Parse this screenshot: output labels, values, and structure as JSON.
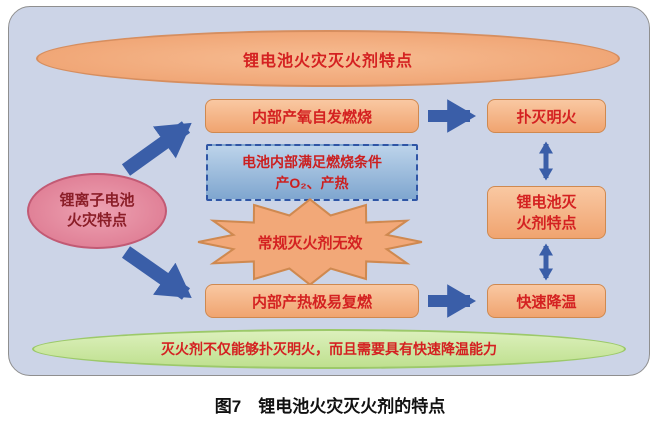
{
  "colors": {
    "panel_background": "#ccd4e7",
    "orange_fill": "#f3ab7c",
    "orange_border": "#cf8950",
    "pink_fill": "#e48da2",
    "green_fill": "#cde9a7",
    "dashed_box_fill": "#8fb3d9",
    "dashed_box_border": "#2f55a5",
    "arrow_blue": "#3a5ea8",
    "red_text": "#d42121",
    "maroon_text": "#8b1e28"
  },
  "diagram": {
    "top_ellipse": {
      "label": "锂电池火灾灭火剂特点"
    },
    "left_ellipse": {
      "line1": "锂离子电池",
      "line2": "火灾特点"
    },
    "oxygen_box": {
      "label": "内部产氧自发燃烧"
    },
    "condition_box": {
      "line1": "电池内部满足燃烧条件",
      "line2": "产O₂、产热"
    },
    "starburst": {
      "label": "常规灭火剂无效"
    },
    "reignite_box": {
      "label": "内部产热极易复燃"
    },
    "extinguish_box": {
      "label": "扑灭明火"
    },
    "agent_box": {
      "line1": "锂电池灭",
      "line2": "火剂特点"
    },
    "cooling_box": {
      "label": "快速降温"
    },
    "bottom_ellipse": {
      "label": "灭火剂不仅能够扑灭明火，而且需要具有快速降温能力"
    }
  },
  "caption": "图7　锂电池火灾灭火剂的特点"
}
